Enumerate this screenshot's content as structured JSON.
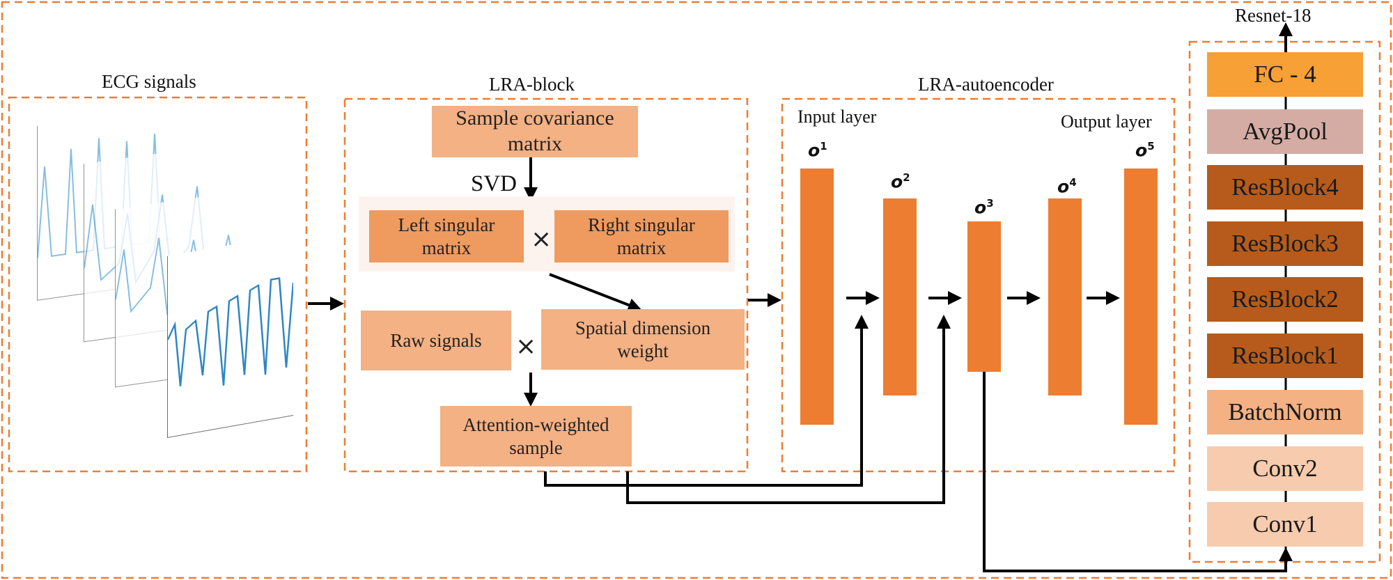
{
  "ecg_section": {
    "title": "ECG signals"
  },
  "lra_block": {
    "title": "LRA-block",
    "covariance": "Sample covariance matrix",
    "svd": "SVD",
    "left_singular": "Left singular matrix",
    "right_singular": "Right singular matrix",
    "raw_signals": "Raw signals",
    "spatial_weight": "Spatial dimension weight",
    "attention_sample": "Attention-weighted sample",
    "multiply_symbol": "×"
  },
  "autoencoder": {
    "title": "LRA-autoencoder",
    "input_layer": "Input layer",
    "output_layer": "Output layer",
    "layers": [
      {
        "symbol": "o",
        "index": "1"
      },
      {
        "symbol": "o",
        "index": "2"
      },
      {
        "symbol": "o",
        "index": "3"
      },
      {
        "symbol": "o",
        "index": "4"
      },
      {
        "symbol": "o",
        "index": "5"
      }
    ]
  },
  "resnet": {
    "title": "Resnet-18",
    "blocks": [
      {
        "label": "FC - 4",
        "color": "#f7a035"
      },
      {
        "label": "AvgPool",
        "color": "#d4aca4"
      },
      {
        "label": "ResBlock4",
        "color": "#b65b1b"
      },
      {
        "label": "ResBlock3",
        "color": "#b65b1b"
      },
      {
        "label": "ResBlock2",
        "color": "#b65b1b"
      },
      {
        "label": "ResBlock1",
        "color": "#b65b1b"
      },
      {
        "label": "BatchNorm",
        "color": "#f4b183"
      },
      {
        "label": "Conv2",
        "color": "#f7cbad"
      },
      {
        "label": "Conv1",
        "color": "#f7cbad"
      }
    ]
  },
  "colors": {
    "dash": "#ed7d31",
    "layer_bar": "#ed7d31",
    "light_box": "#f4b183",
    "mid_box": "#ef9a5f",
    "arrow": "#000000"
  }
}
